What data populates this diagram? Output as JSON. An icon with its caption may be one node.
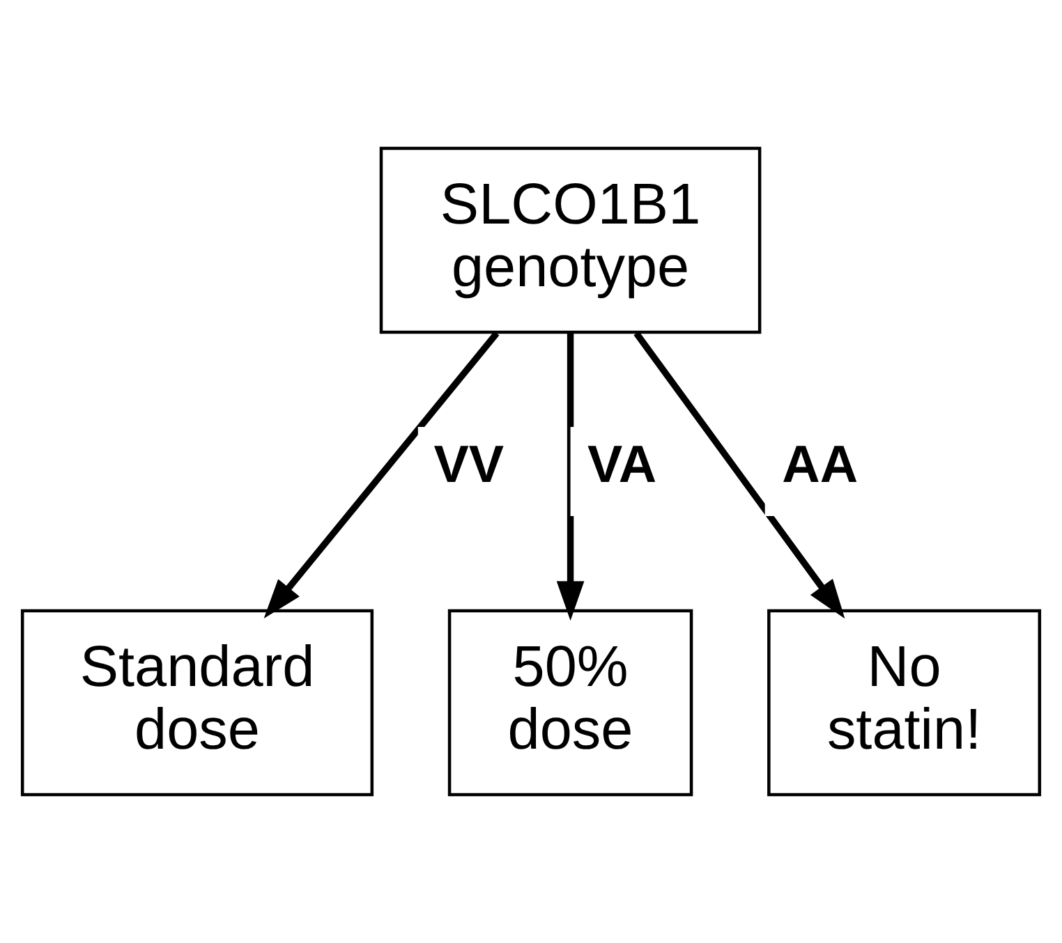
{
  "diagram": {
    "nodes": [
      {
        "text": [
          "SLCO1B1 genotype"
        ]
      },
      {
        "text": [
          "Standard dose"
        ]
      },
      {
        "text": [
          "50% dose"
        ]
      },
      {
        "text": [
          "No statin!"
        ]
      }
    ],
    "edges": [
      {
        "from": 0,
        "to": 1,
        "arrow": "to",
        "label": "VV"
      },
      {
        "from": 0,
        "to": 2,
        "arrow": "to",
        "label": "VA"
      },
      {
        "from": 0,
        "to": 3,
        "arrow": "to",
        "label": "AA"
      }
    ]
  }
}
